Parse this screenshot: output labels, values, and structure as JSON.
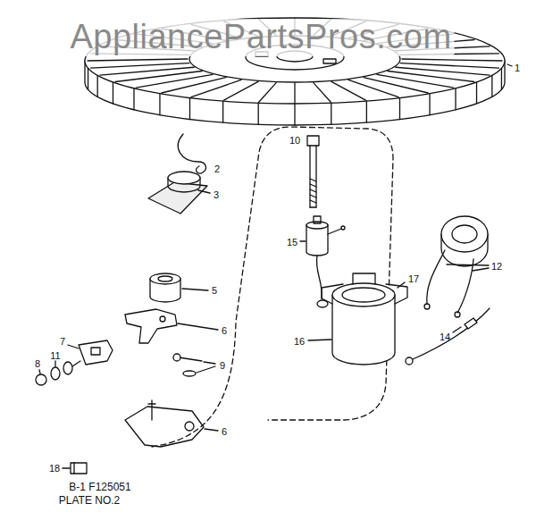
{
  "diagram": {
    "labels": [
      "AppliancePartsPros.com",
      "1",
      "2",
      "3",
      "10",
      "15",
      "5",
      "12",
      "6",
      "17",
      "14",
      "7",
      "16",
      "11",
      "9",
      "8",
      "6",
      "18",
      "B-1 F125051",
      "PLATE NO.2"
    ]
  }
}
